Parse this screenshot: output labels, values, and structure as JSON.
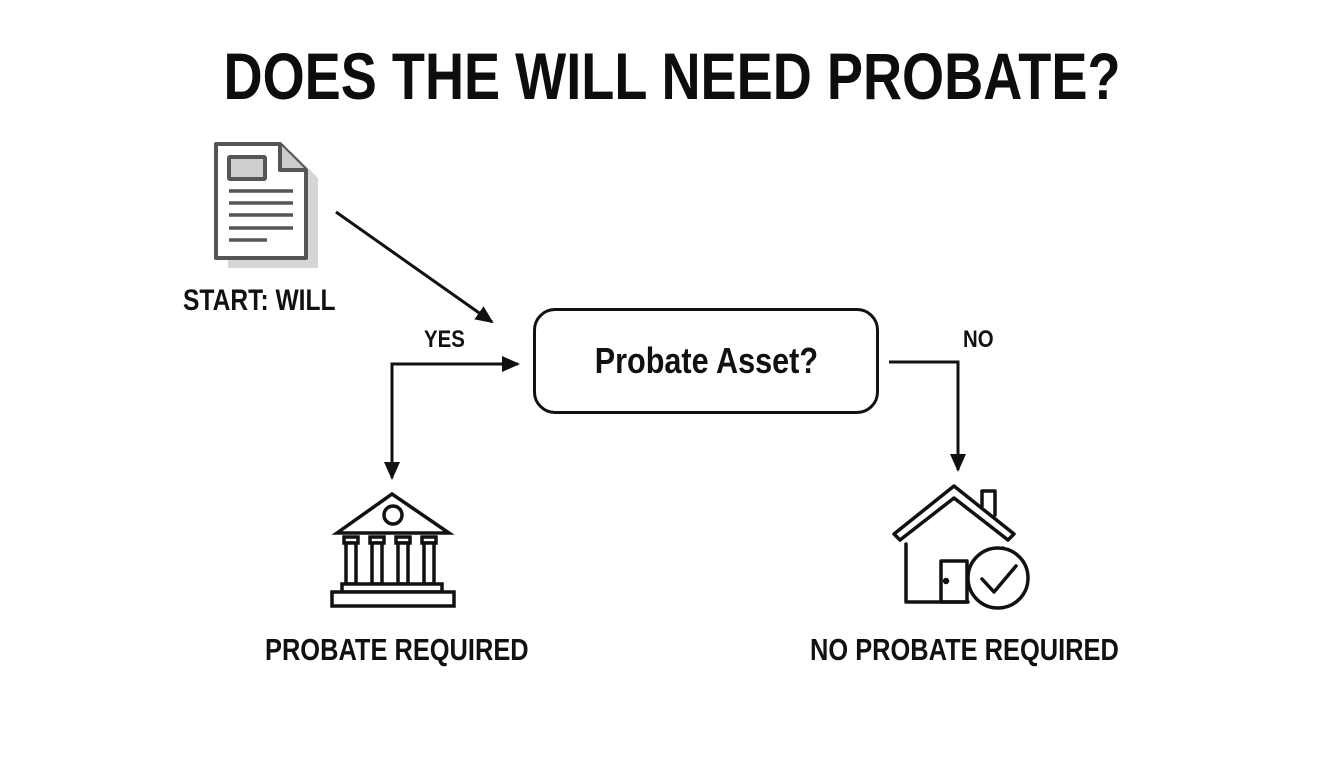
{
  "title": "DOES THE WILL NEED PROBATE?",
  "start": {
    "label": "START: WILL",
    "icon": "document-icon"
  },
  "decision": {
    "label": "Probate Asset?"
  },
  "branches": {
    "yes": {
      "label": "YES",
      "outcome": "PROBATE REQUIRED",
      "icon": "courthouse-icon"
    },
    "no": {
      "label": "NO",
      "outcome": "NO PROBATE REQUIRED",
      "icon": "house-check-icon"
    }
  },
  "colors": {
    "stroke": "#111111",
    "icon_gray": "#555555",
    "icon_fill": "#d0d0d0",
    "background": "#ffffff"
  }
}
